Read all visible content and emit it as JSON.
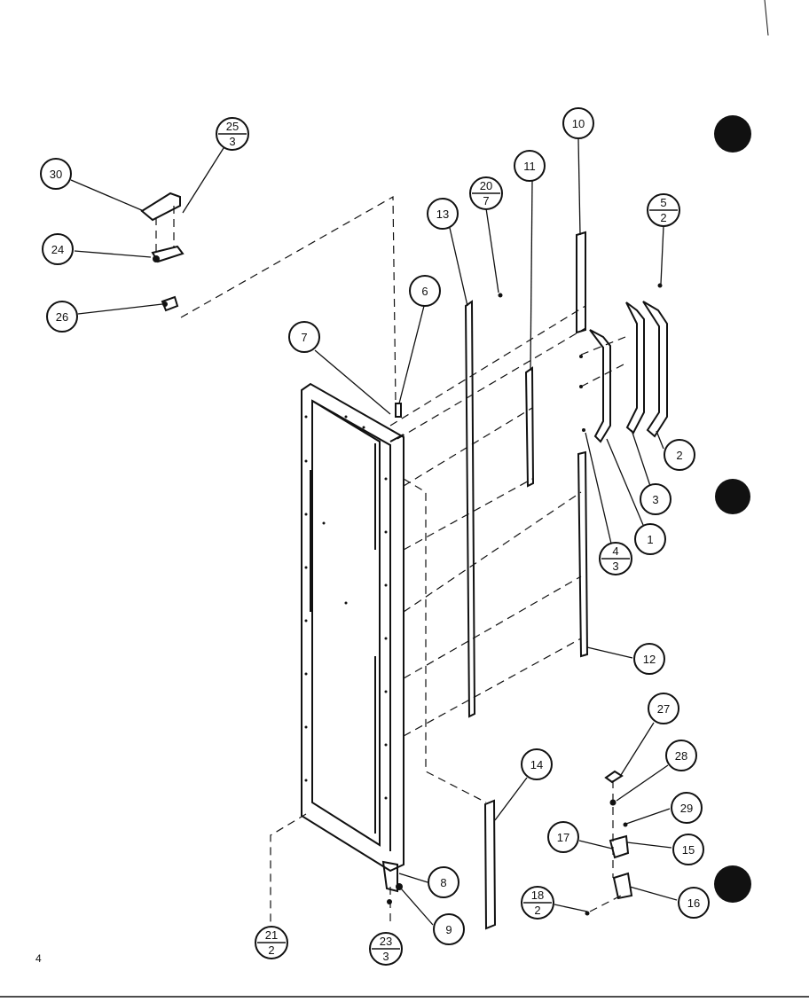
{
  "page_number": "4",
  "callouts": {
    "c30": "30",
    "c25a": "25",
    "c25b": "3",
    "c24": "24",
    "c26": "26",
    "c6": "6",
    "c7": "7",
    "c13": "13",
    "c20a": "20",
    "c20b": "7",
    "c11": "11",
    "c10": "10",
    "c5a": "5",
    "c5b": "2",
    "c2": "2",
    "c3": "3",
    "c1": "1",
    "c4a": "4",
    "c4b": "3",
    "c12": "12",
    "c14": "14",
    "c27": "27",
    "c28": "28",
    "c29": "29",
    "c17": "17",
    "c15": "15",
    "c16": "16",
    "c18a": "18",
    "c18b": "2",
    "c8": "8",
    "c9": "9",
    "c21a": "21",
    "c21b": "2",
    "c23a": "23",
    "c23b": "3"
  }
}
